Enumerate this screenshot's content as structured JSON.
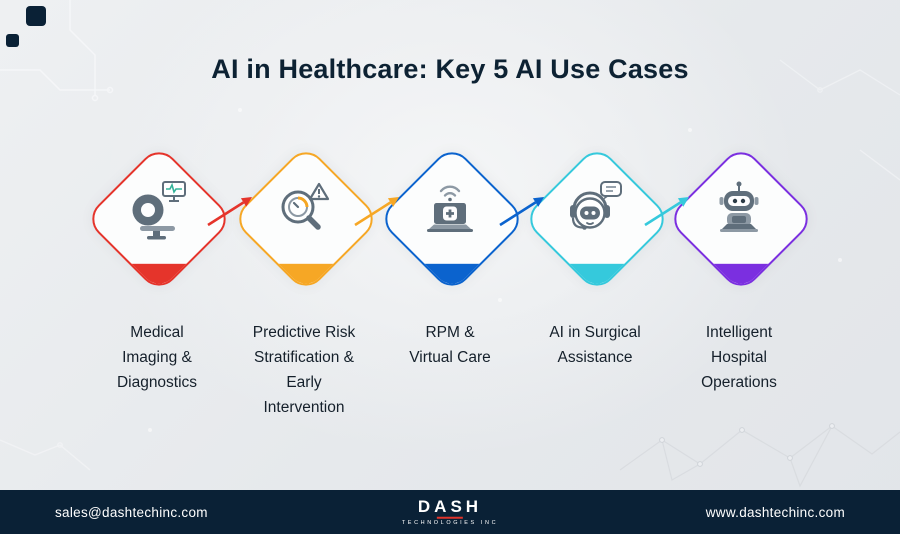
{
  "title": "AI in Healthcare: Key 5 AI Use Cases",
  "steps": [
    {
      "label": "Medical\nImaging &\nDiagnostics",
      "color": "#e5342b",
      "icon": "mri-scanner-icon"
    },
    {
      "label": "Predictive Risk\nStratification &\nEarly\nIntervention",
      "color": "#f6a725",
      "icon": "risk-magnifier-icon"
    },
    {
      "label": "RPM &\nVirtual Care",
      "color": "#0b63ce",
      "icon": "telehealth-laptop-icon"
    },
    {
      "label": "AI in Surgical\nAssistance",
      "color": "#35c9dc",
      "icon": "ai-assistant-robot-icon"
    },
    {
      "label": "Intelligent\nHospital\nOperations",
      "color": "#7b2fe0",
      "icon": "robot-operations-icon"
    }
  ],
  "footer": {
    "email": "sales@dashtechinc.com",
    "website": "www.dashtechinc.com",
    "logo_title": "DASH",
    "logo_subtitle": "TECHNOLOGIES INC"
  },
  "colors": {
    "title_text": "#0d2233",
    "label_text": "#15202b",
    "footer_background": "#0a2136",
    "icon_gray": "#5f6e7b",
    "logo_accent": "#e0342b",
    "background": "#e9ebee"
  }
}
